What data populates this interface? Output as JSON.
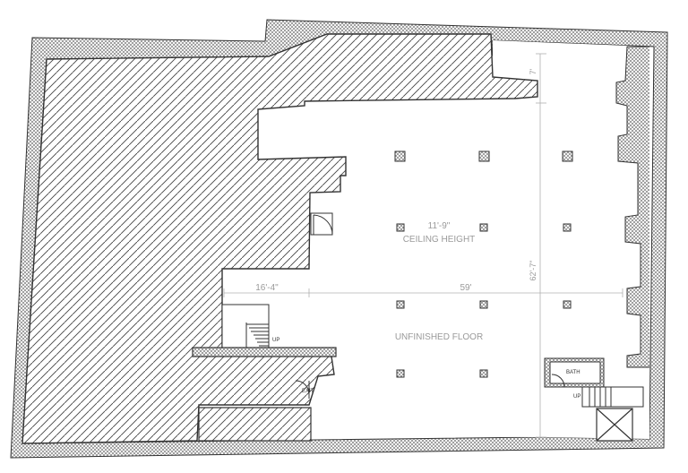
{
  "floor_plan": {
    "labels": {
      "ceiling_height_value": "11'-9\"",
      "ceiling_height_text": "CEILING HEIGHT",
      "floor_label": "UNFINISHED FLOOR",
      "bath": "BATH",
      "exit": "EXIT",
      "up_left": "UP",
      "up_right": "UP"
    },
    "dimensions": {
      "left_width": "16'-4\"",
      "main_width": "59'",
      "depth": "62'-7\"",
      "top_depth": "7'"
    },
    "colors": {
      "wall_line": "#333333",
      "hatch": "#444444",
      "dimension_line": "#b0b0b0",
      "text": "#9a9a9a"
    }
  }
}
